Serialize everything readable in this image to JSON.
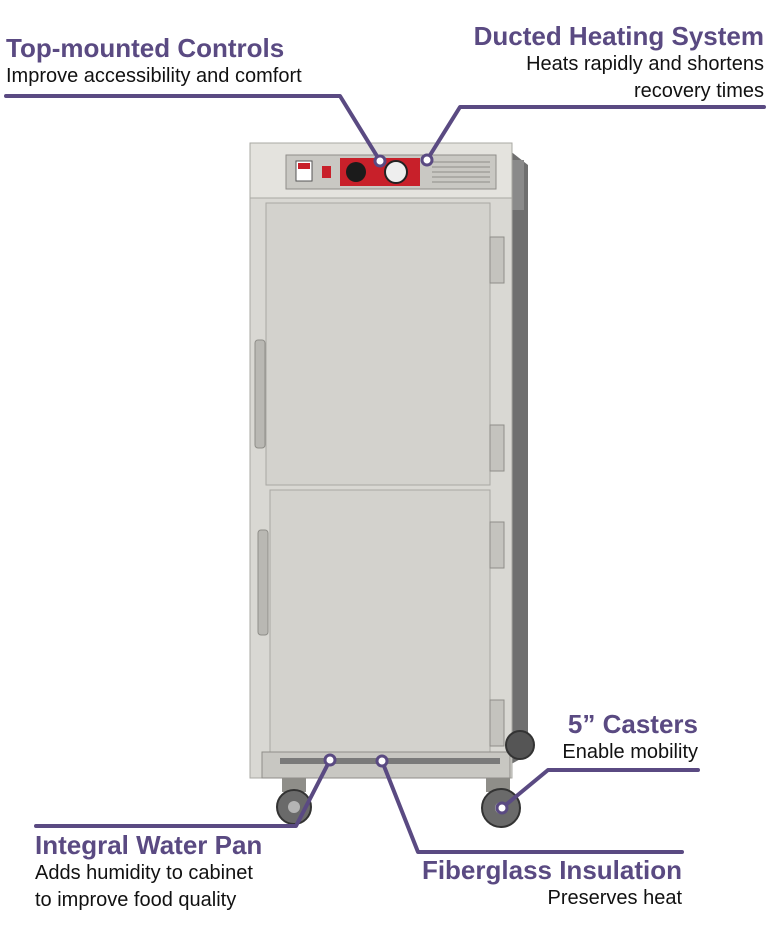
{
  "callouts": {
    "top_controls": {
      "title": "Top-mounted Controls",
      "desc": "Improve accessibility and comfort"
    },
    "ducted_heating": {
      "title": "Ducted Heating System",
      "desc_line1": "Heats rapidly and shortens",
      "desc_line2": "recovery times"
    },
    "casters": {
      "title": "5” Casters",
      "desc": "Enable mobility"
    },
    "water_pan": {
      "title": "Integral Water Pan",
      "desc_line1": "Adds humidity to cabinet",
      "desc_line2": "to improve food quality"
    },
    "insulation": {
      "title": "Fiberglass Insulation",
      "desc": "Preserves heat"
    }
  },
  "colors": {
    "accent": "#5a4a82",
    "cabinet": "#d9d8d3",
    "door": "#d5d4cf",
    "control_panel_red": "#c8202a"
  }
}
